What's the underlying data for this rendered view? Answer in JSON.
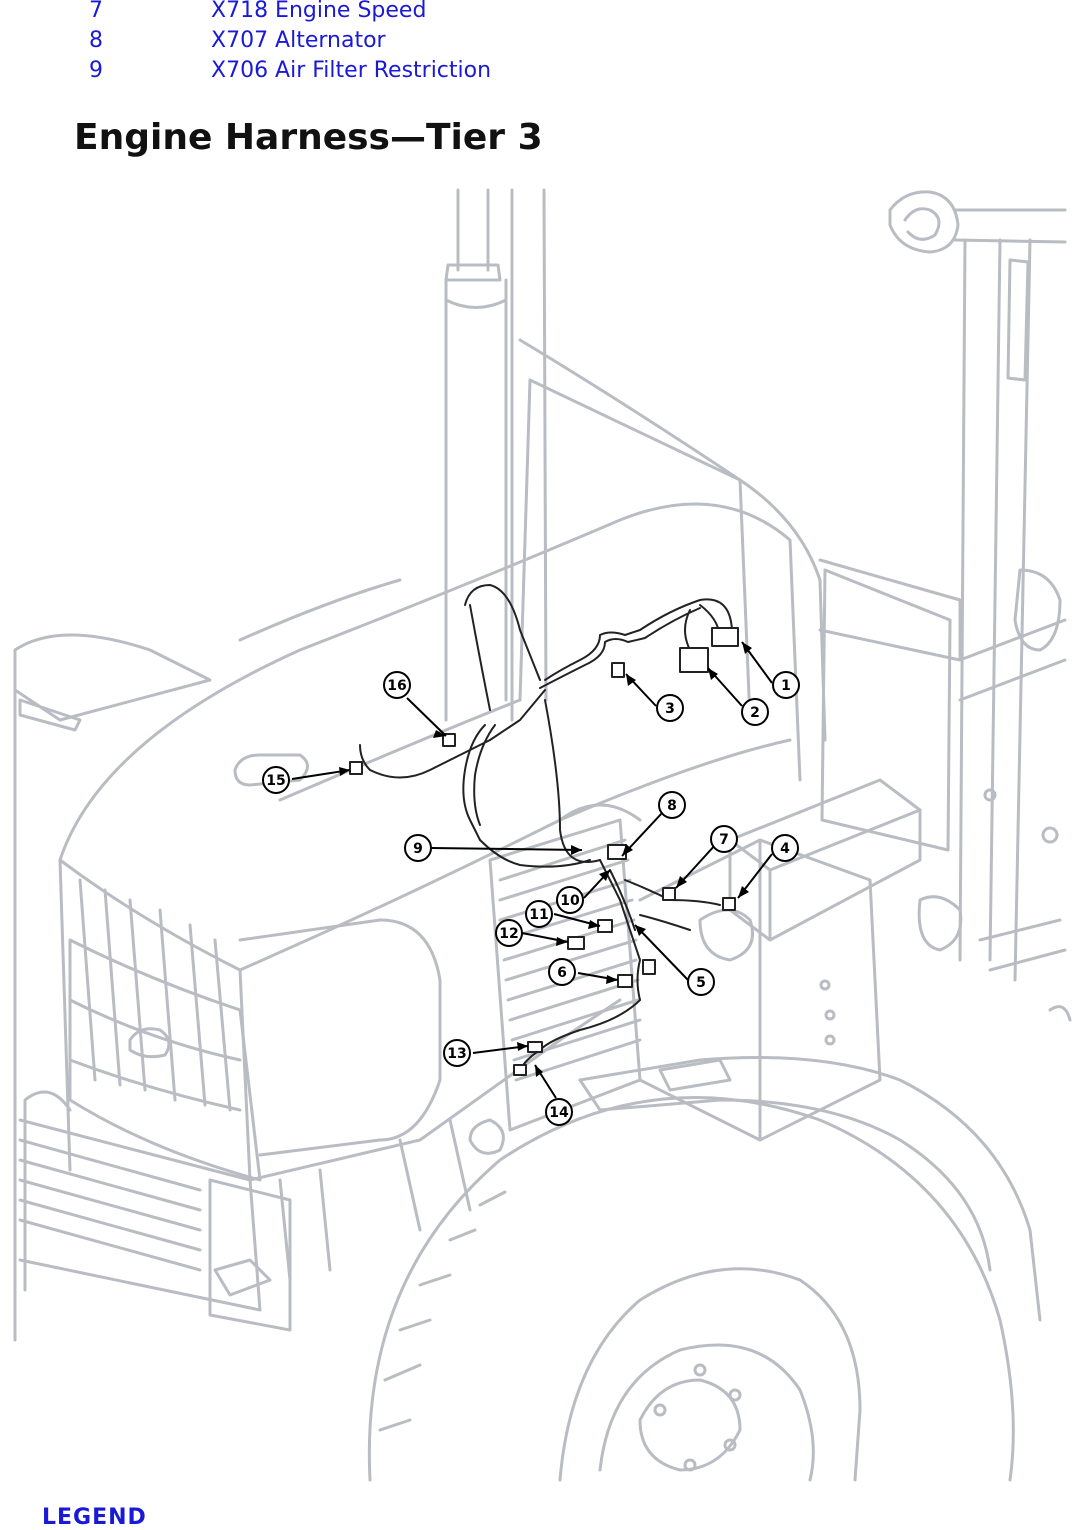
{
  "legend_items": [
    {
      "number": "7",
      "description": "X718 Engine Speed"
    },
    {
      "number": "8",
      "description": "X707 Alternator"
    },
    {
      "number": "9",
      "description": "X706 Air Filter Restriction"
    }
  ],
  "section": {
    "title": "Engine Harness—Tier 3"
  },
  "figure": {
    "callouts": [
      "1",
      "2",
      "3",
      "4",
      "5",
      "6",
      "7",
      "8",
      "9",
      "10",
      "11",
      "12",
      "13",
      "14",
      "15",
      "16"
    ],
    "line_color": "#b9bcc2",
    "harness_color": "#222222"
  },
  "footer": {
    "legend_heading": "LEGEND"
  },
  "colors": {
    "link": "#1a1ad6",
    "title": "#111111",
    "background": "#ffffff"
  }
}
